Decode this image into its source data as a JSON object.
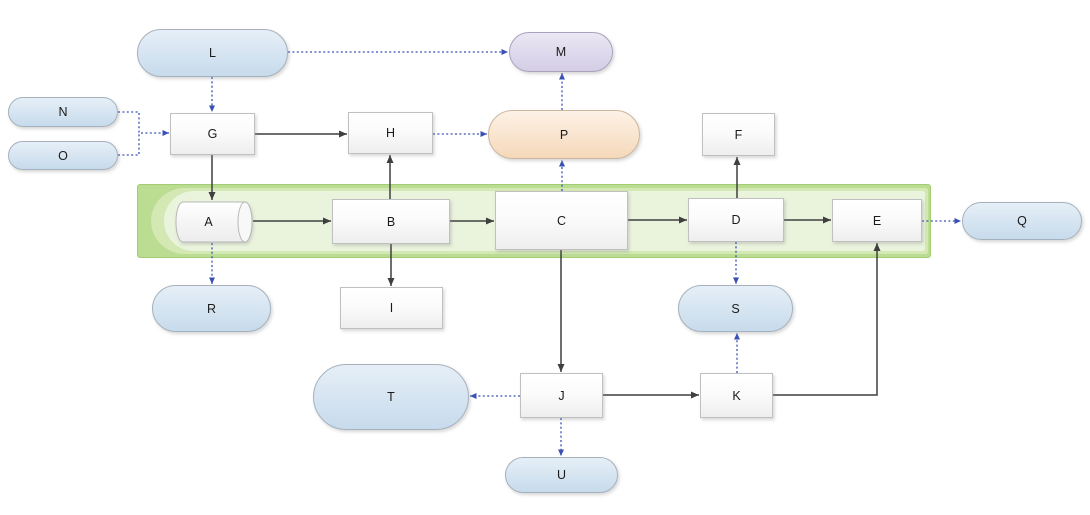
{
  "diagram": {
    "type": "flowchart",
    "background": "#ffffff",
    "container_band": {
      "name": "process-lane",
      "contains": [
        "A",
        "B",
        "C",
        "D",
        "E"
      ],
      "color_outer": "#badd92",
      "color_mid": "#d3e8b2",
      "color_inner": "#eaf4dd",
      "border_color": "#a3cc74"
    },
    "colors": {
      "node_fill_white": "#ffffff",
      "node_fill_blue": "#c7dbec",
      "node_fill_purple": "#d4cde6",
      "node_fill_orange": "#f5d8ba",
      "edge_solid": "#3f3f3f",
      "edge_dashed": "#3a50b5"
    }
  },
  "nodes": {
    "A": {
      "label": "A",
      "shape": "cylinder",
      "palette": "white"
    },
    "B": {
      "label": "B",
      "shape": "rect",
      "palette": "white"
    },
    "C": {
      "label": "C",
      "shape": "rect",
      "palette": "white"
    },
    "D": {
      "label": "D",
      "shape": "rect",
      "palette": "white"
    },
    "E": {
      "label": "E",
      "shape": "rect",
      "palette": "white"
    },
    "F": {
      "label": "F",
      "shape": "rect",
      "palette": "white"
    },
    "G": {
      "label": "G",
      "shape": "rect",
      "palette": "white"
    },
    "H": {
      "label": "H",
      "shape": "rect",
      "palette": "white"
    },
    "I": {
      "label": "I",
      "shape": "rect",
      "palette": "white"
    },
    "J": {
      "label": "J",
      "shape": "rect",
      "palette": "white"
    },
    "K": {
      "label": "K",
      "shape": "rect",
      "palette": "white"
    },
    "L": {
      "label": "L",
      "shape": "capsule",
      "palette": "blue"
    },
    "M": {
      "label": "M",
      "shape": "capsule",
      "palette": "purple"
    },
    "N": {
      "label": "N",
      "shape": "capsule",
      "palette": "blue"
    },
    "O": {
      "label": "O",
      "shape": "capsule",
      "palette": "blue"
    },
    "P": {
      "label": "P",
      "shape": "capsule",
      "palette": "orange"
    },
    "Q": {
      "label": "Q",
      "shape": "capsule",
      "palette": "blue"
    },
    "R": {
      "label": "R",
      "shape": "capsule",
      "palette": "blue"
    },
    "S": {
      "label": "S",
      "shape": "capsule",
      "palette": "blue"
    },
    "T": {
      "label": "T",
      "shape": "capsule",
      "palette": "blue"
    },
    "U": {
      "label": "U",
      "shape": "capsule",
      "palette": "blue"
    }
  },
  "edges": [
    {
      "from": "G",
      "to": "H",
      "style": "solid"
    },
    {
      "from": "G",
      "to": "A",
      "style": "solid"
    },
    {
      "from": "B",
      "to": "H",
      "style": "solid"
    },
    {
      "from": "A",
      "to": "B",
      "style": "solid"
    },
    {
      "from": "B",
      "to": "C",
      "style": "solid"
    },
    {
      "from": "C",
      "to": "D",
      "style": "solid"
    },
    {
      "from": "D",
      "to": "E",
      "style": "solid"
    },
    {
      "from": "D",
      "to": "F",
      "style": "solid"
    },
    {
      "from": "B",
      "to": "I",
      "style": "solid"
    },
    {
      "from": "C",
      "to": "J",
      "style": "solid"
    },
    {
      "from": "J",
      "to": "K",
      "style": "solid"
    },
    {
      "from": "K",
      "to": "E",
      "style": "solid"
    },
    {
      "from": "L",
      "to": "M",
      "style": "dashed"
    },
    {
      "from": "L",
      "to": "G",
      "style": "dashed"
    },
    {
      "from": "N",
      "to": "G",
      "style": "dashed"
    },
    {
      "from": "O",
      "to": "G",
      "style": "dashed"
    },
    {
      "from": "H",
      "to": "P",
      "style": "dashed"
    },
    {
      "from": "P",
      "to": "M",
      "style": "dashed"
    },
    {
      "from": "C",
      "to": "P",
      "style": "dashed"
    },
    {
      "from": "A",
      "to": "R",
      "style": "dashed"
    },
    {
      "from": "D",
      "to": "S",
      "style": "dashed"
    },
    {
      "from": "K",
      "to": "S",
      "style": "dashed"
    },
    {
      "from": "E",
      "to": "Q",
      "style": "dashed"
    },
    {
      "from": "J",
      "to": "T",
      "style": "dashed"
    },
    {
      "from": "J",
      "to": "U",
      "style": "dashed"
    }
  ]
}
